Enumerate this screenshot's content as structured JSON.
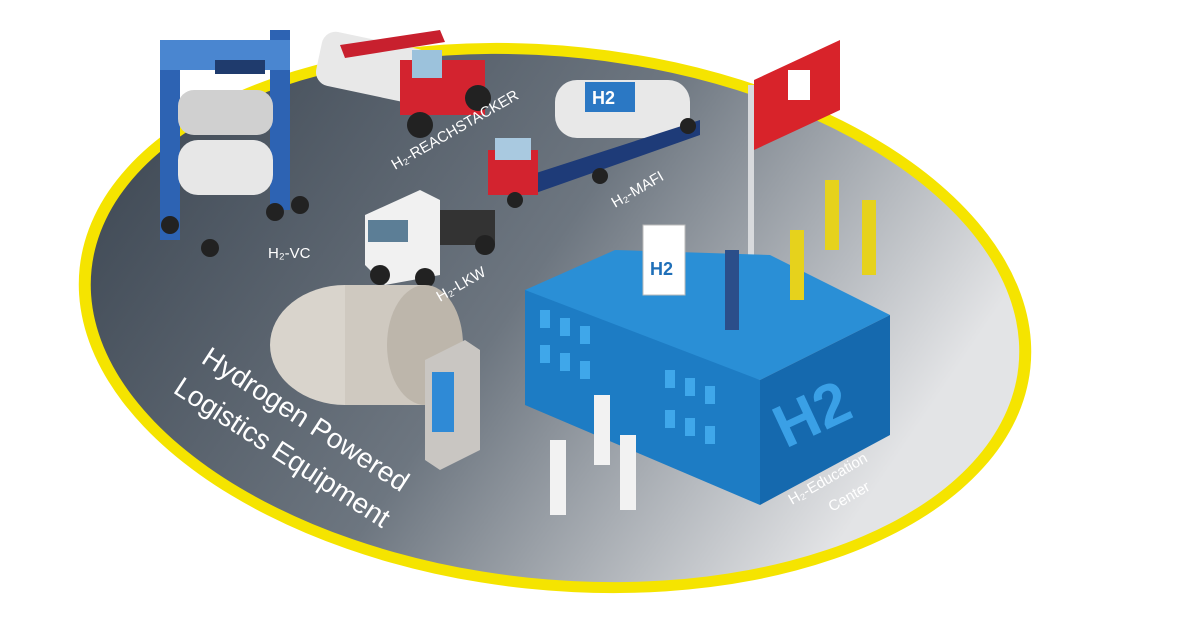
{
  "title": {
    "line1": "Hydrogen Powered",
    "line2": "Logistics Equipment"
  },
  "labels": {
    "vc": "H₂-VC",
    "reachstacker": "H₂-REACHSTACKER",
    "mafi": "H₂-MAFI",
    "lkw": "H₂-LKW",
    "education_line1": "H₂-Education",
    "education_line2": "Center"
  },
  "board_text": "H2",
  "building_text": "H2",
  "tank_text": "H2",
  "colors": {
    "ring": "#f5e400",
    "ground_dark": "#3a4450",
    "ground_light": "#d6d8da",
    "building": "#1a82c8",
    "flag": "#d8232a"
  }
}
